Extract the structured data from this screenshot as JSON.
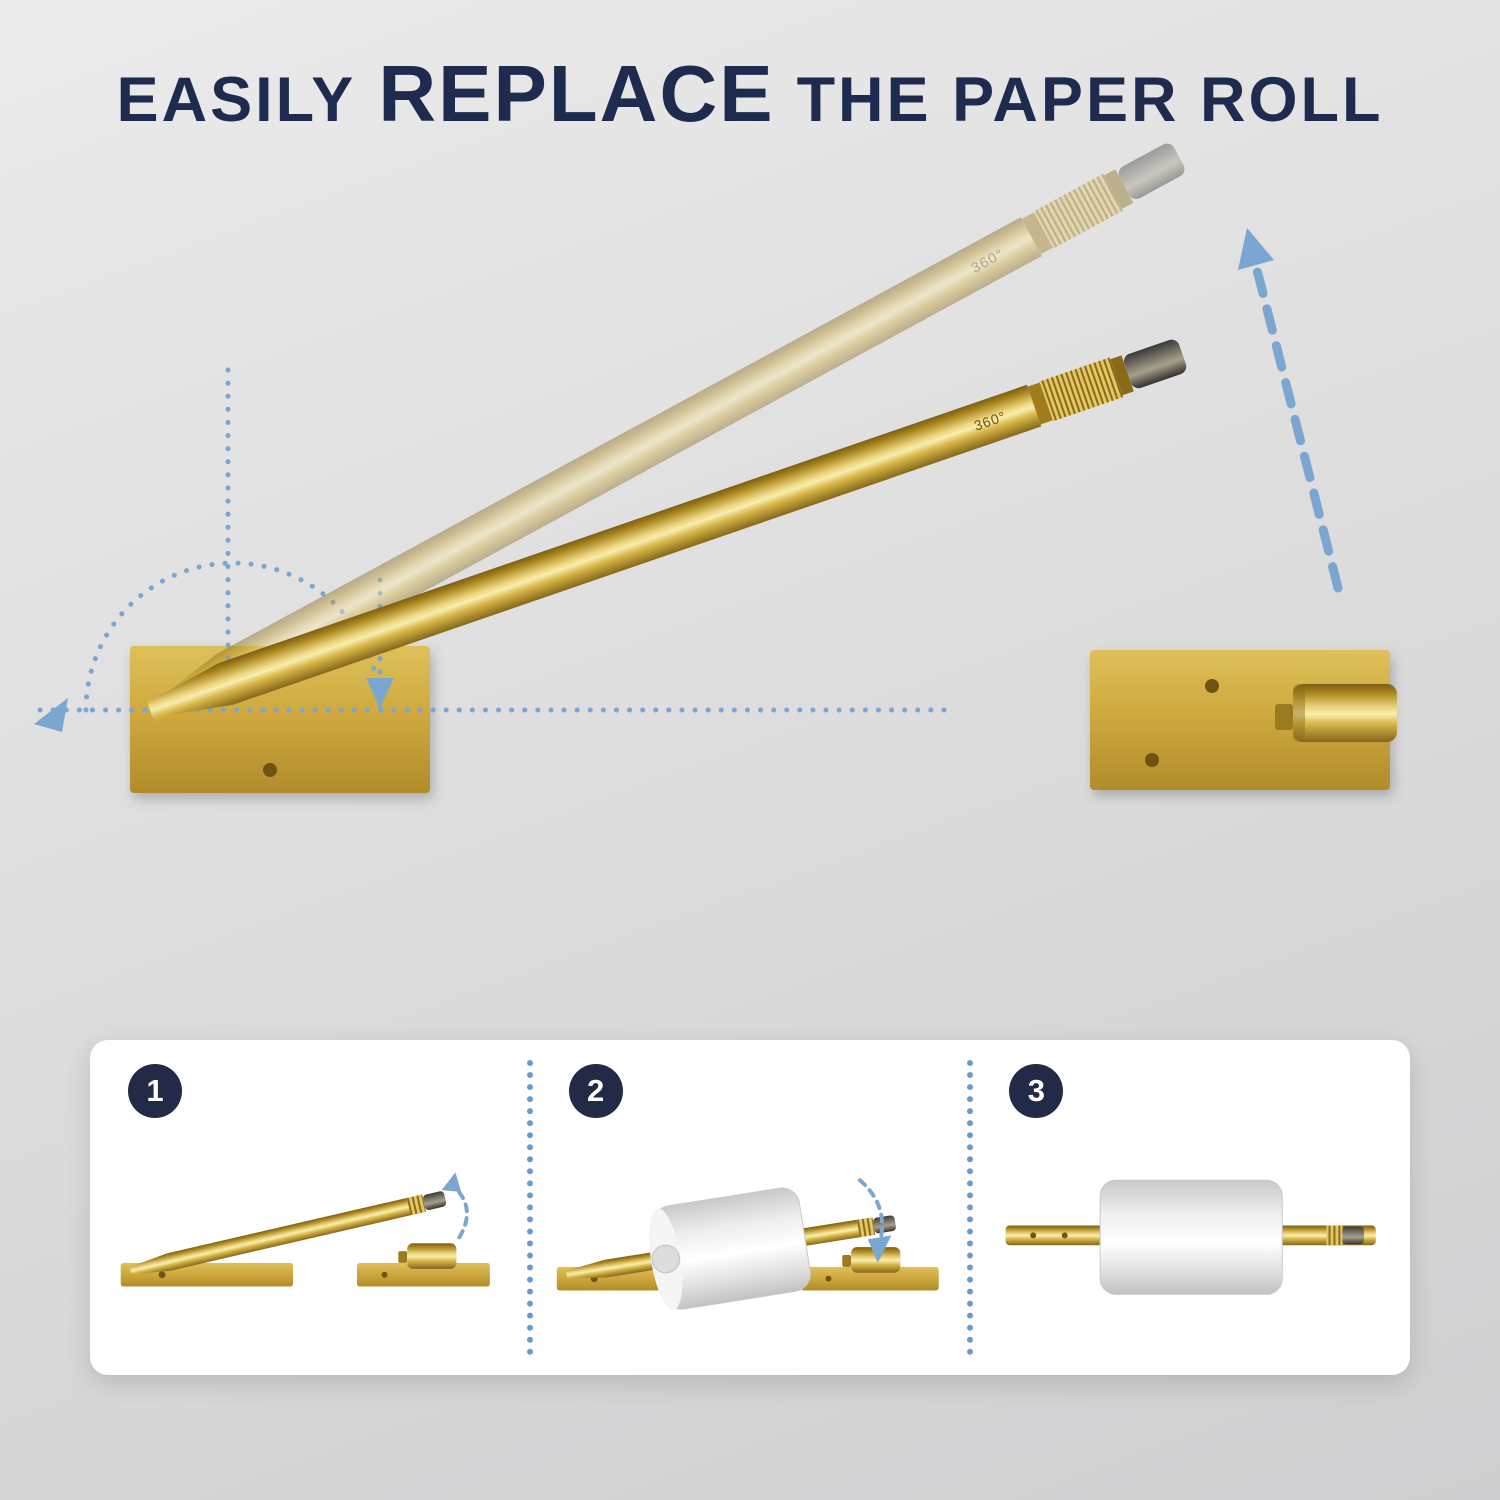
{
  "title": {
    "part1": "EASILY",
    "part2": "REPLACE",
    "part3": "THE PAPER ROLL"
  },
  "bar_marking": "360°",
  "steps": [
    {
      "number": "1"
    },
    {
      "number": "2"
    },
    {
      "number": "3"
    }
  ],
  "colors": {
    "background_top": "#ebebec",
    "background_bottom": "#cfcfd1",
    "title_navy": "#1e2b4e",
    "badge_navy": "#232a47",
    "accent_blue": "#7aa6cf",
    "gold": "#d2ab3f",
    "gold_highlight": "#f8eeb0",
    "gold_shadow": "#86671a",
    "panel_white": "#ffffff",
    "paper_gray": "#e0e0e0"
  },
  "icons": {
    "rotation_arc_icon": "dotted semicircle",
    "swing_down_arrow_icon": "solid triangle",
    "swing_left_arrow_icon": "solid triangle",
    "lift_up_arrow_icon": "dashed arrow",
    "step1_lift_arrow_icon": "dashed curved arrow",
    "step2_insert_arrow_icon": "dashed curved arrow"
  }
}
